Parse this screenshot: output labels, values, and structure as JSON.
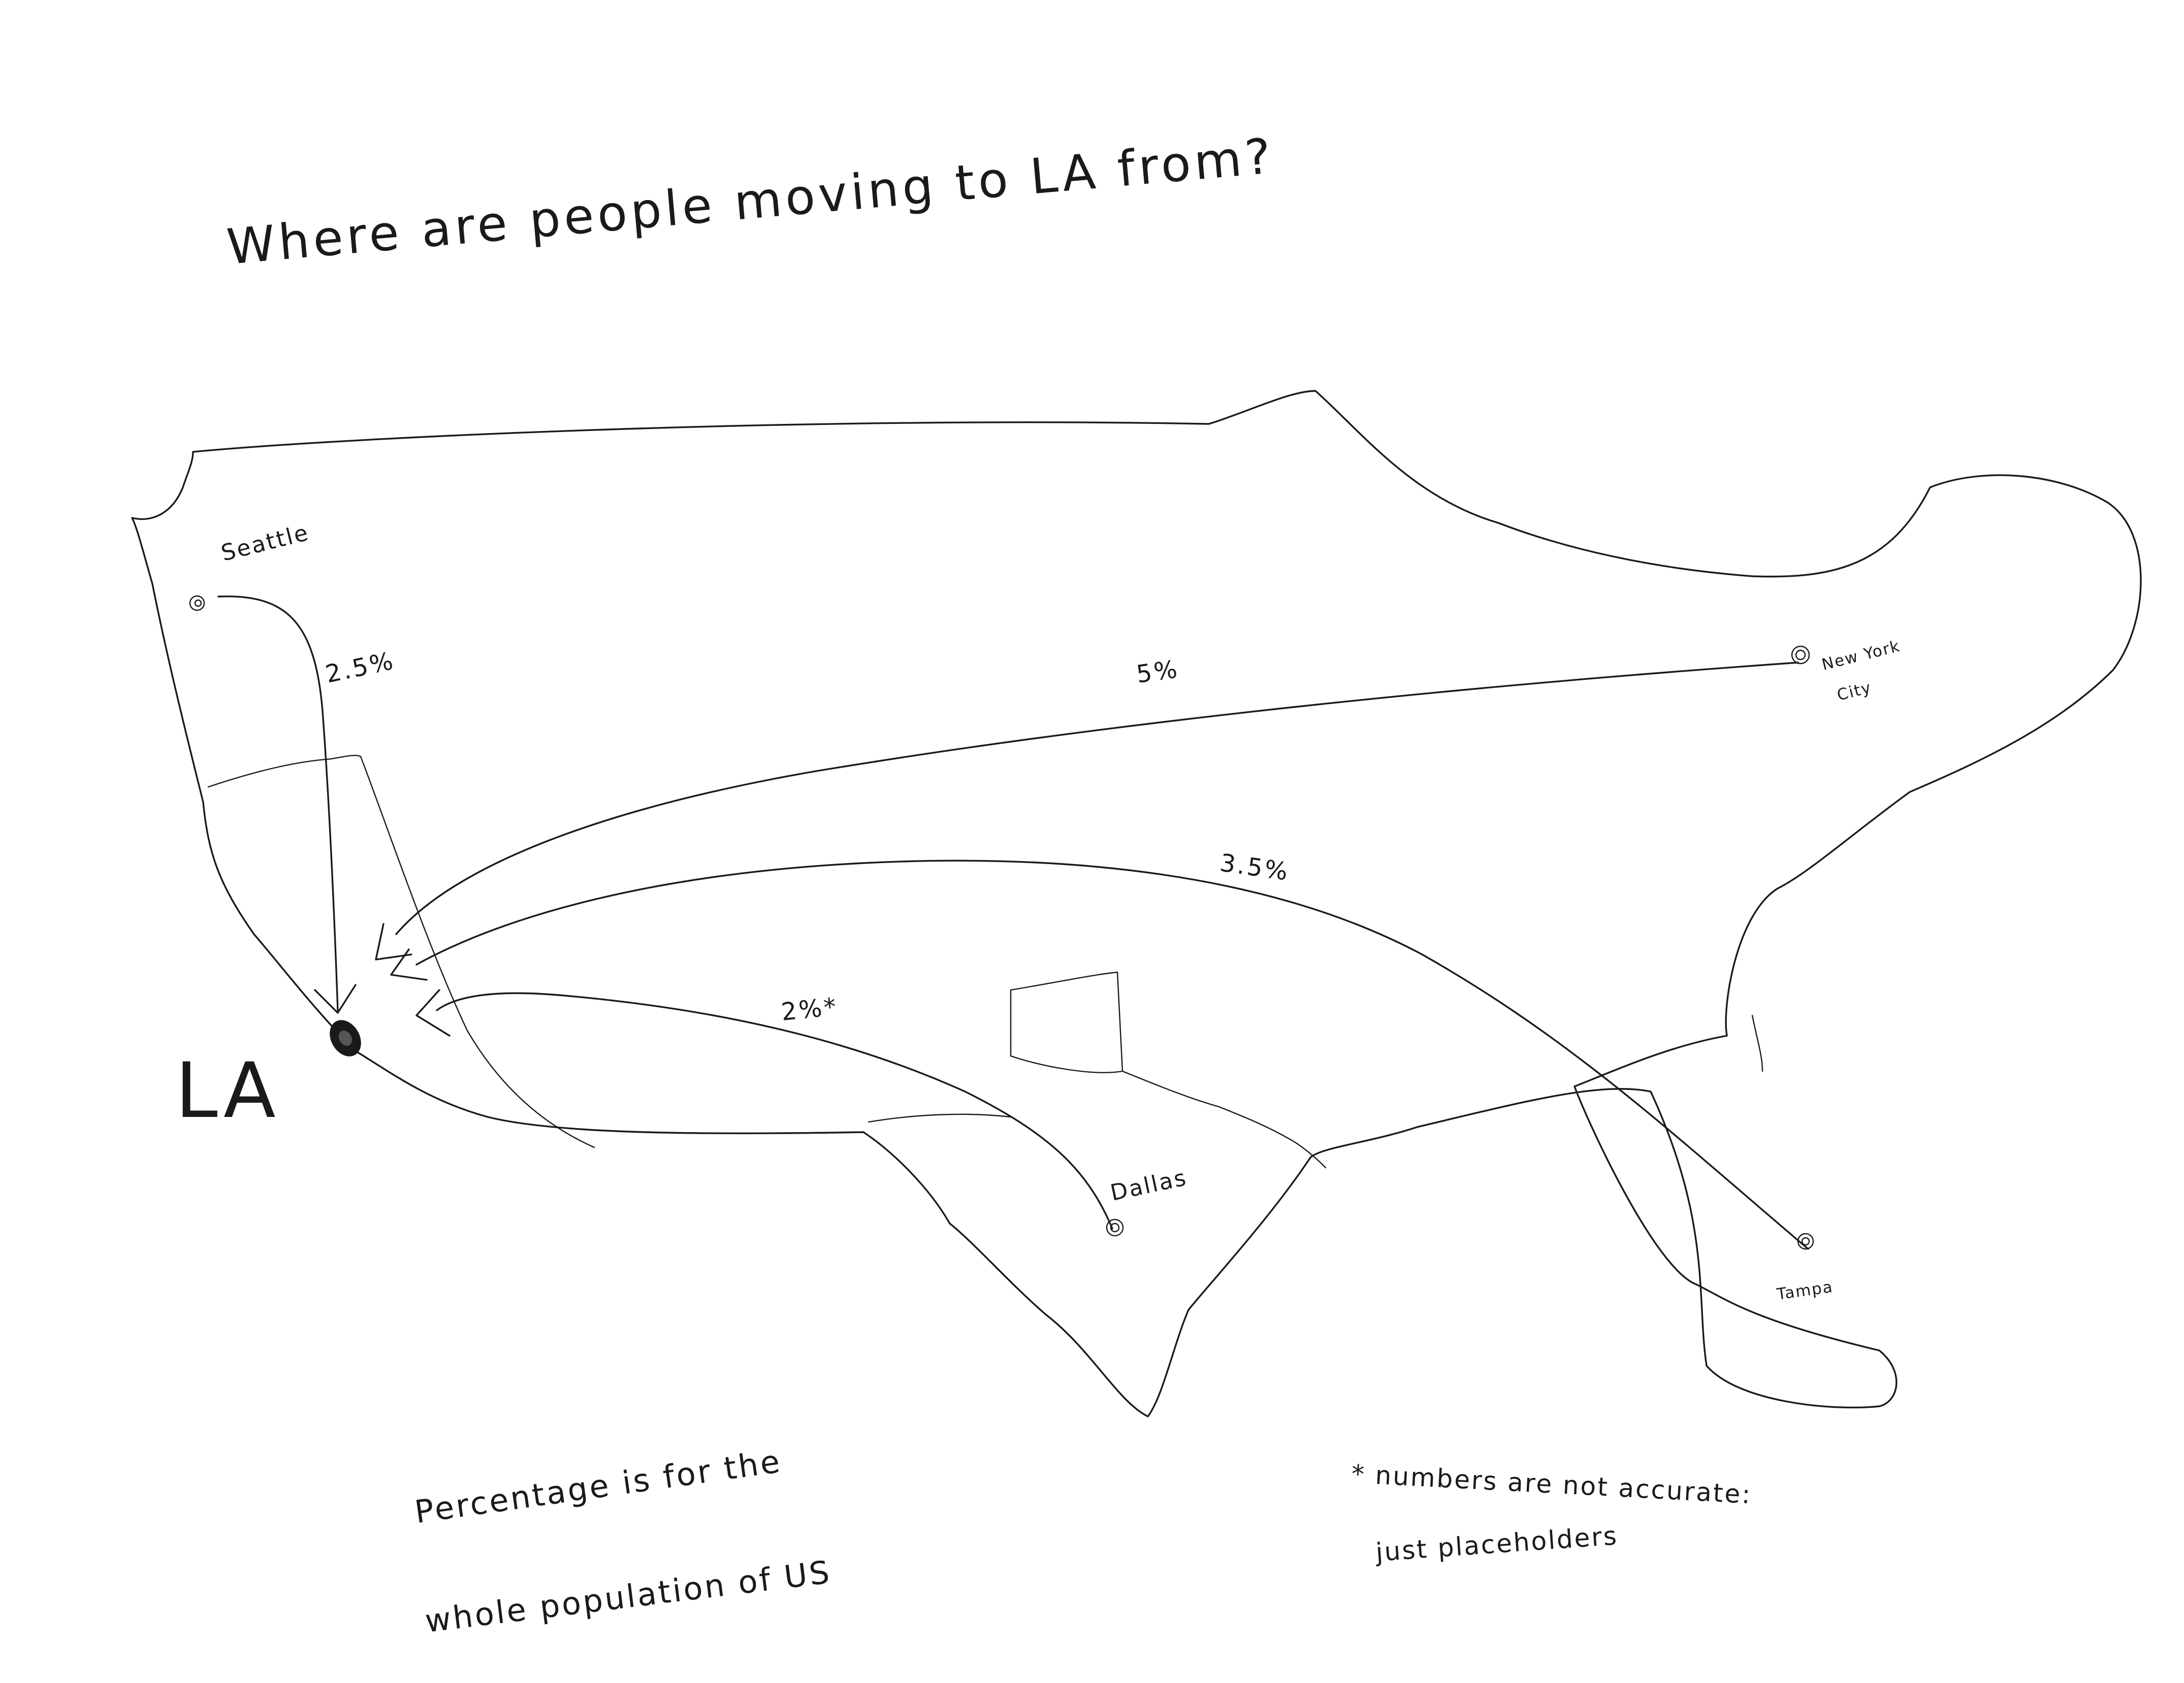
{
  "title": "Where are people moving to LA from?",
  "destination": {
    "label": "LA"
  },
  "origins": [
    {
      "city": "Seattle",
      "percent": "2.5%"
    },
    {
      "city": "New York City",
      "city_line1": "New York",
      "city_line2": "City",
      "percent": "5%"
    },
    {
      "city": "Tampa",
      "percent": "3.5%"
    },
    {
      "city": "Dallas",
      "percent": "2%*"
    }
  ],
  "notes": {
    "percentage_line1": "Percentage is for the",
    "percentage_line2": "whole population of US",
    "disclaimer_line1": "* numbers are not accurate:",
    "disclaimer_line2": "just placeholders"
  },
  "colors": {
    "ink": "#1a1a1a",
    "paper": "#ffffff"
  }
}
